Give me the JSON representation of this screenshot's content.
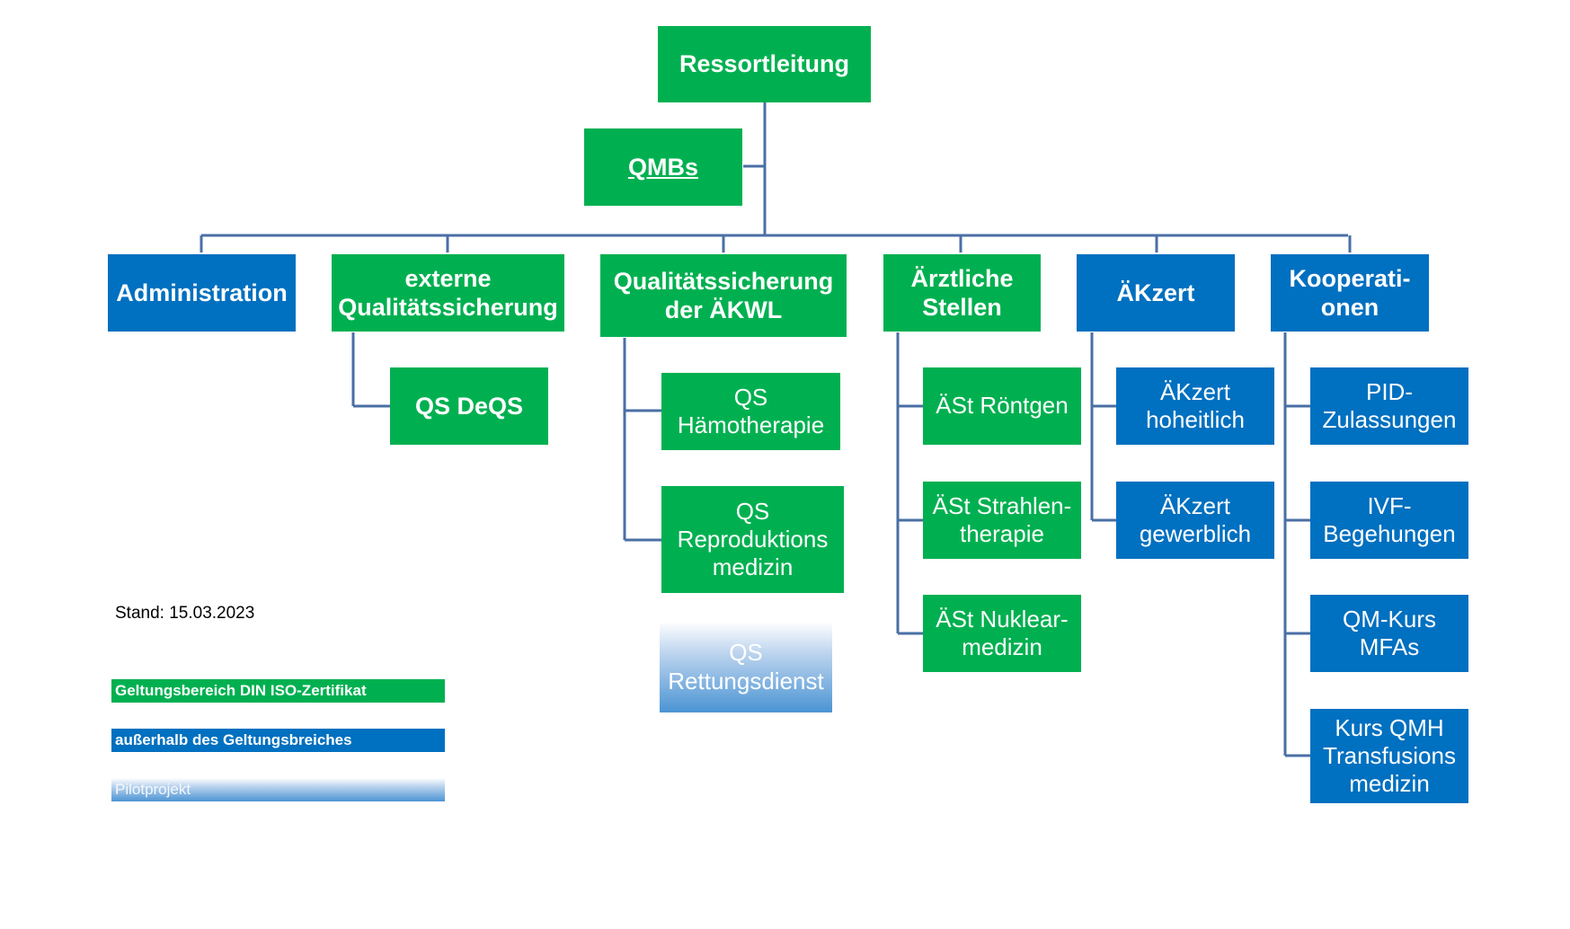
{
  "org_chart": {
    "root": "Ressortleitung",
    "staff": "QMBs",
    "departments": [
      {
        "id": "admin",
        "label": "Administration",
        "scope": "outside",
        "children": []
      },
      {
        "id": "extqs",
        "label": "externe\nQualitätssicherung",
        "scope": "certified",
        "children": [
          {
            "label": "QS DeQS",
            "scope": "certified"
          }
        ]
      },
      {
        "id": "qsakwl",
        "label": "Qualitätssicherung\nder ÄKWL",
        "scope": "certified",
        "children": [
          {
            "label": "QS\nHämotherapie",
            "scope": "certified"
          },
          {
            "label": "QS\nReproduktions\nmedizin",
            "scope": "certified"
          },
          {
            "label": "QS\nRettungsdienst",
            "scope": "pilot"
          }
        ]
      },
      {
        "id": "aerzt",
        "label": "Ärztliche\nStellen",
        "scope": "certified",
        "children": [
          {
            "label": "ÄSt Röntgen",
            "scope": "certified"
          },
          {
            "label": "ÄSt Strahlen-\ntherapie",
            "scope": "certified"
          },
          {
            "label": "ÄSt Nuklear-\nmedizin",
            "scope": "certified"
          }
        ]
      },
      {
        "id": "akzert",
        "label": "ÄKzert",
        "scope": "outside",
        "children": [
          {
            "label": "ÄKzert\nhoheitlich",
            "scope": "outside"
          },
          {
            "label": "ÄKzert\ngewerblich",
            "scope": "outside"
          }
        ]
      },
      {
        "id": "koop",
        "label": "Kooperati-\nonen",
        "scope": "outside",
        "children": [
          {
            "label": "PID-\nZulassungen",
            "scope": "outside"
          },
          {
            "label": "IVF-\nBegehungen",
            "scope": "outside"
          },
          {
            "label": "QM-Kurs\nMFAs",
            "scope": "outside"
          },
          {
            "label": "Kurs QMH\nTransfusions\nmedizin",
            "scope": "outside"
          }
        ]
      }
    ]
  },
  "stand": "Stand: 15.03.2023",
  "legend": {
    "certified": "Geltungsbereich DIN ISO-Zertifikat",
    "outside": "außerhalb des Geltungsbreiches",
    "pilot": "Pilotprojekt"
  },
  "colors": {
    "certified": "#00b050",
    "outside": "#0070c0",
    "connector": "#4a6fa5"
  }
}
